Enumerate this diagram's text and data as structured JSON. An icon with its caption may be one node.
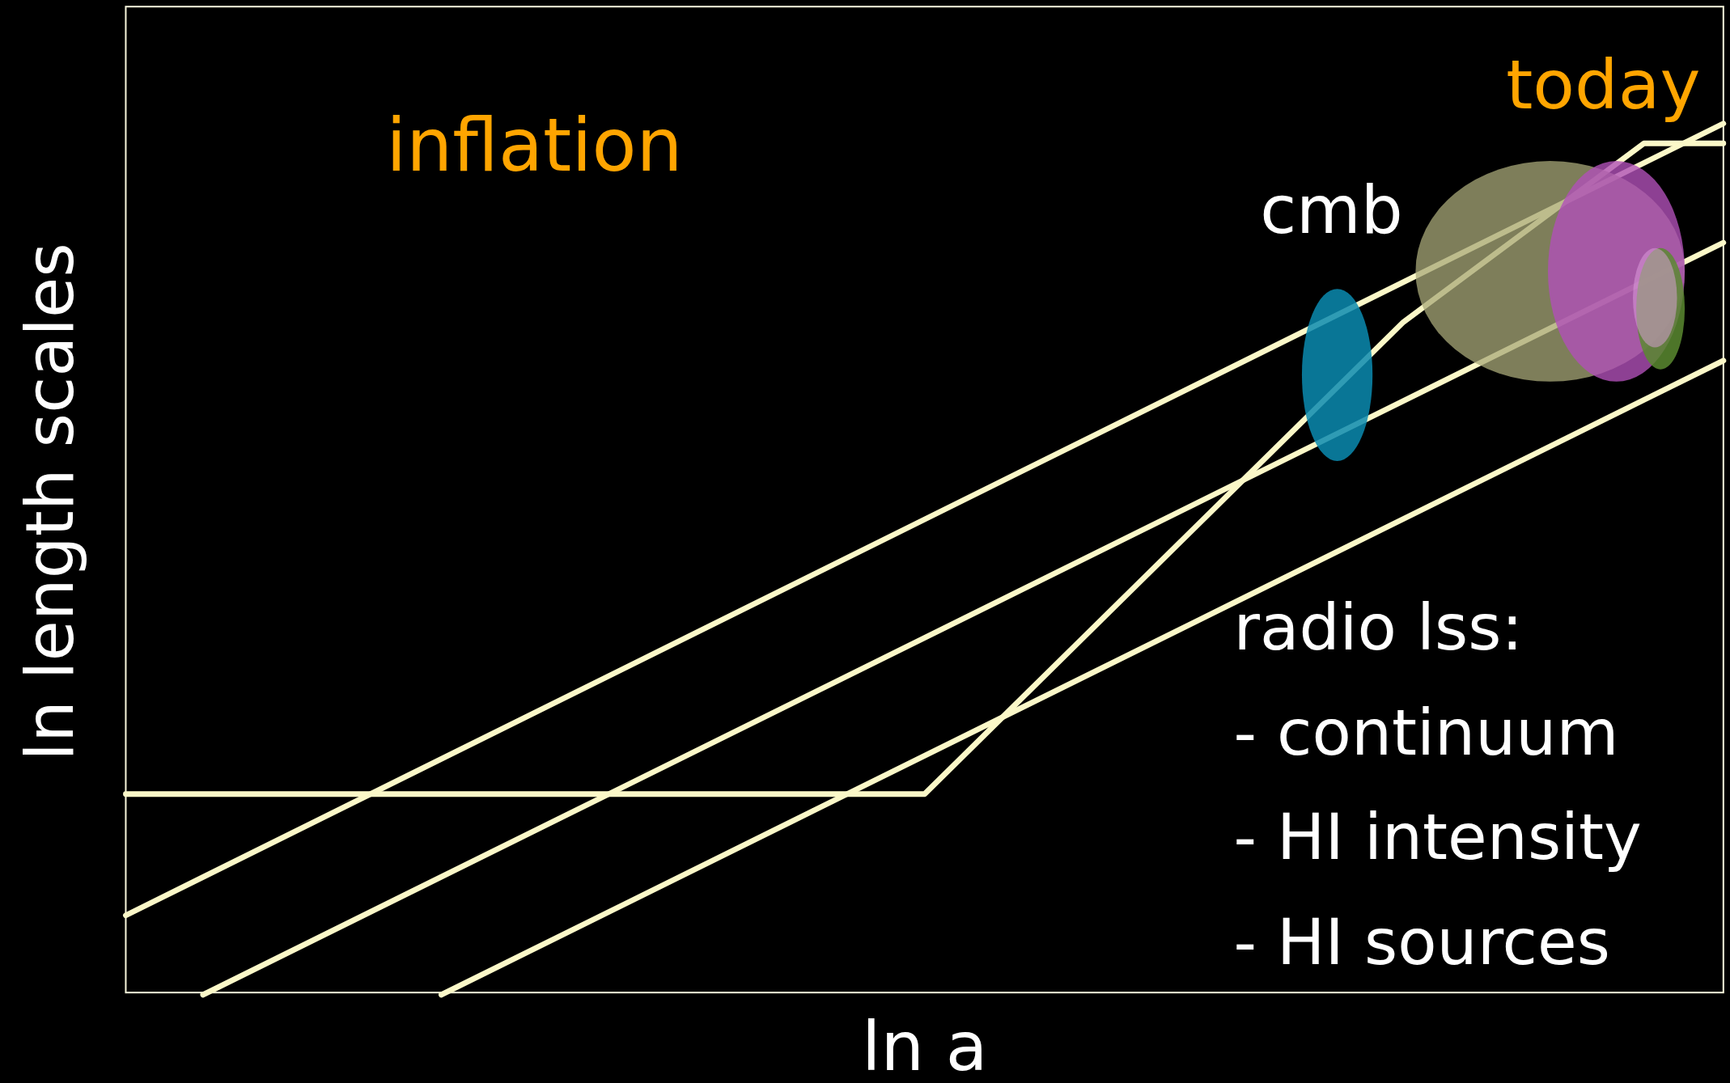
{
  "diagram": {
    "labels": [
      "inflation",
      "today",
      "cmb",
      "radio lss:",
      "- continuum",
      "- HI intensity",
      "- HI sources",
      "ln a",
      "ln length scales"
    ]
  }
}
